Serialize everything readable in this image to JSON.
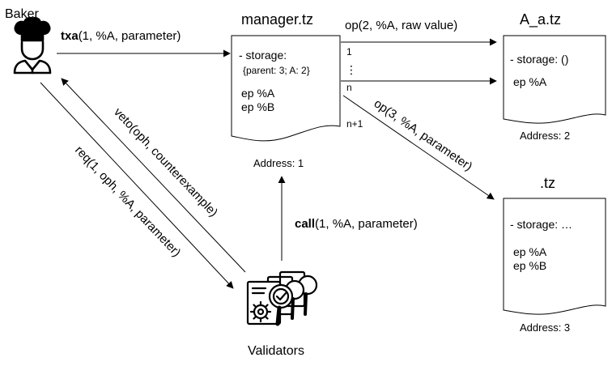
{
  "nodes": {
    "baker": {
      "label": "Baker"
    },
    "validators": {
      "label": "Validators"
    },
    "manager": {
      "title": "manager.tz",
      "storage_label": "- storage:",
      "storage_value": "{parent: 3; A: 2}",
      "ep_a": "ep %A",
      "ep_b": "ep %B",
      "address": "Address:  1"
    },
    "a_contract": {
      "title": "A_a.tz",
      "storage_label": "- storage: ()",
      "ep_a": "ep %A",
      "address": "Address:  2"
    },
    "tz_contract": {
      "title": ".tz",
      "storage_label": "- storage: …",
      "ep_a": "ep %A",
      "ep_b": " ep %B",
      "address": "Address:  3"
    }
  },
  "edges": {
    "txa_bold": "txa",
    "txa_rest": "(1, %A, parameter)",
    "op2": "op(2, %A, raw value)",
    "op3": "op(3, %A, parameter)",
    "call_bold": "call",
    "call_rest": "(1, %A, parameter)",
    "veto": "veto(oph, counterexample)",
    "req": "req(1, oph, %A, parameter)",
    "port_1": "1",
    "port_dots": "⋮",
    "port_n": "n",
    "port_n1": "n+1"
  }
}
